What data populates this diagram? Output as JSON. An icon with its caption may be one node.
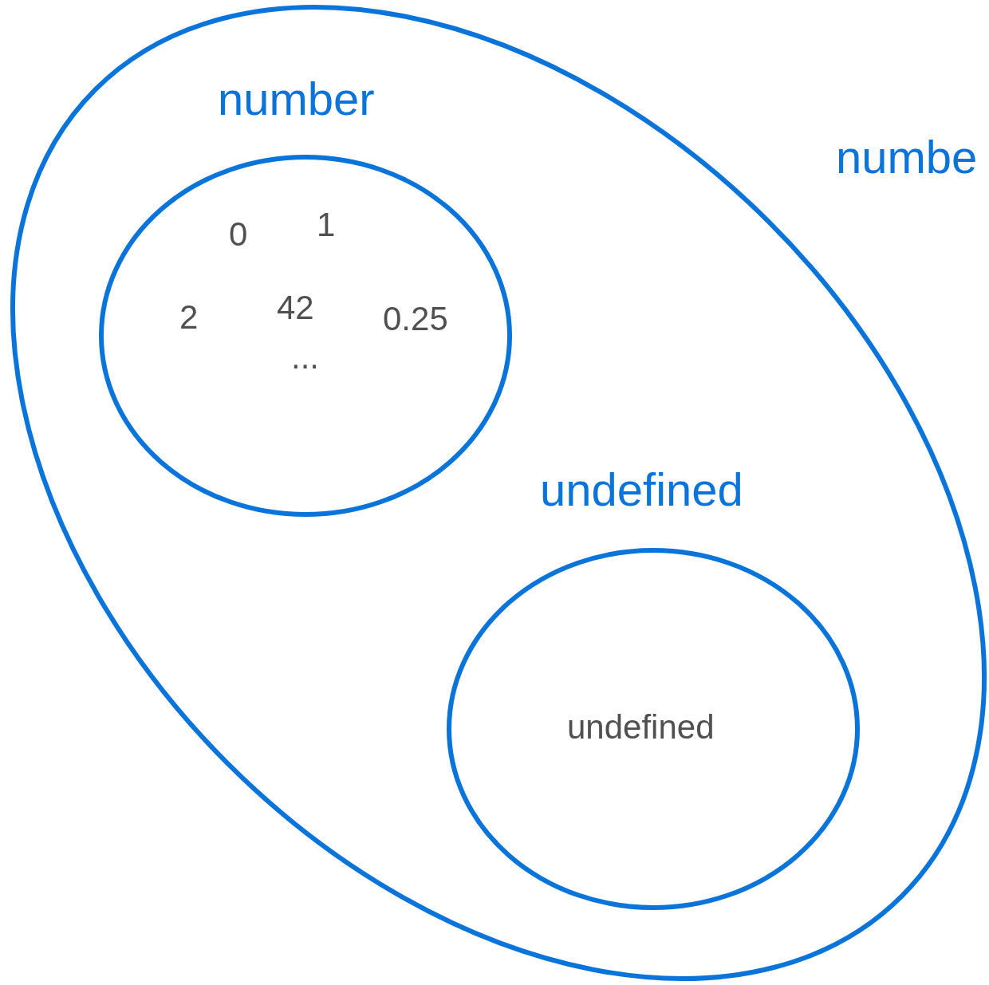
{
  "diagram": {
    "nodes": [
      {
        "text": [
          "numbe"
        ]
      },
      {
        "text": [
          "number",
          "0",
          "1",
          "2",
          "42",
          "0.25",
          "..."
        ],
        "in": 0
      },
      {
        "text": [
          "undefined",
          "undefined"
        ],
        "in": 0
      }
    ]
  }
}
